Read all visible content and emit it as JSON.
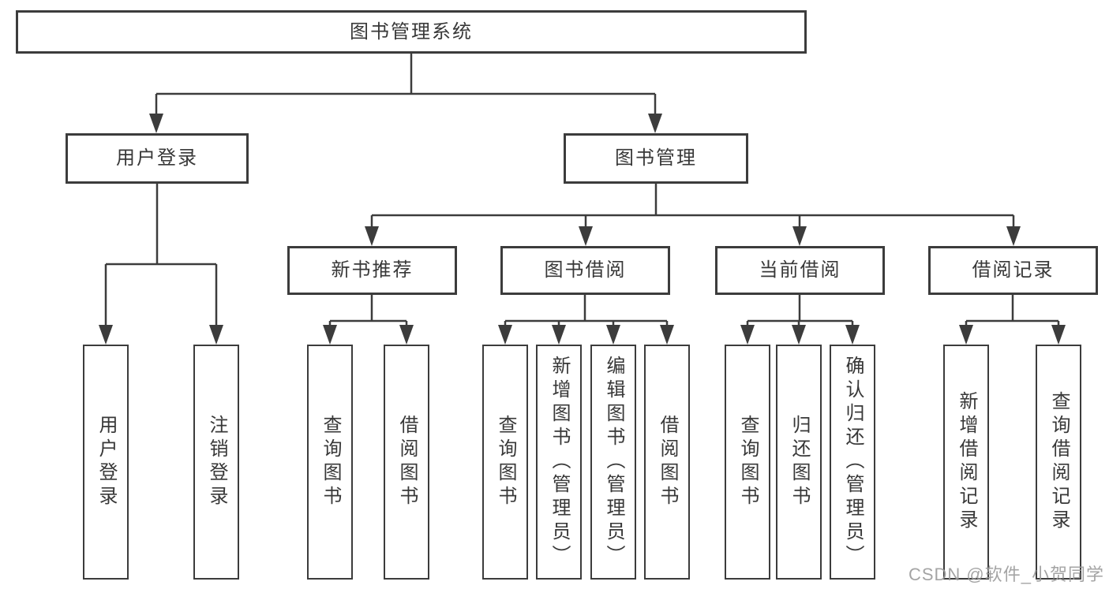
{
  "diagram": {
    "root": {
      "label": "图书管理系统"
    },
    "level2": [
      {
        "label": "用户登录"
      },
      {
        "label": "图书管理"
      }
    ],
    "level3": [
      {
        "label": "新书推荐"
      },
      {
        "label": "图书借阅"
      },
      {
        "label": "当前借阅"
      },
      {
        "label": "借阅记录"
      }
    ],
    "leaves": [
      {
        "label": "用户登录"
      },
      {
        "label": "注销登录"
      },
      {
        "label": "查询图书"
      },
      {
        "label": "借阅图书"
      },
      {
        "label": "查询图书"
      },
      {
        "label": "新增图书（管理员）"
      },
      {
        "label": "编辑图书（管理员）"
      },
      {
        "label": "借阅图书"
      },
      {
        "label": "查询图书"
      },
      {
        "label": "归还图书"
      },
      {
        "label": "确认归还（管理员）"
      },
      {
        "label": "新增借阅记录"
      },
      {
        "label": "查询借阅记录"
      }
    ],
    "watermark": "CSDN @软件_小贺同学",
    "colors": {
      "line": "#3c3c3c",
      "text": "#383838",
      "watermark": "#9b9b9b",
      "background": "#ffffff"
    }
  }
}
